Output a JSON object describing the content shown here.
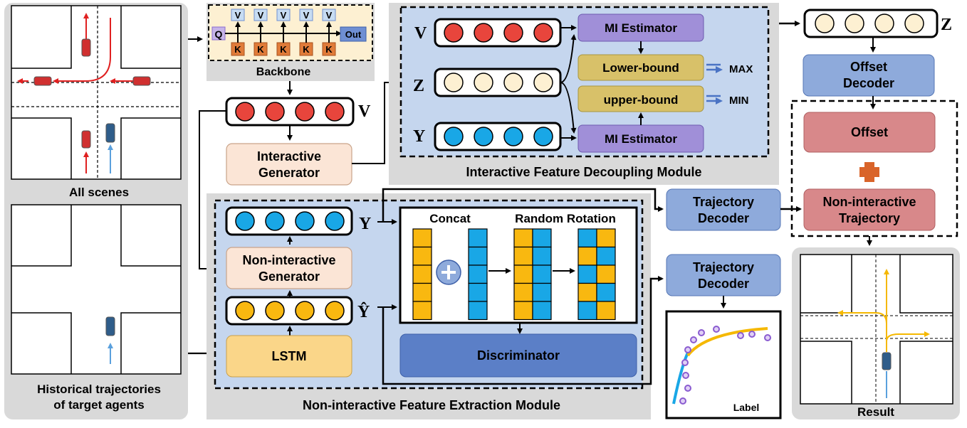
{
  "panels": {
    "all_scenes": "All scenes",
    "historical": "Historical trajectories of target agents",
    "historical_line1": "Historical trajectories",
    "historical_line2": "of target agents",
    "result": "Result"
  },
  "backbone": {
    "title": "Backbone",
    "q": "Q",
    "v": "V",
    "k": "K",
    "out": "Out"
  },
  "symbols": {
    "v": "V",
    "z": "Z",
    "y": "Y",
    "y_hat": "Ŷ"
  },
  "interactive_generator": {
    "line1": "Interactive",
    "line2": "Generator"
  },
  "decoupling_module": {
    "title": "Interactive Feature Decoupling Module",
    "mi_estimator_top": "MI Estimator",
    "mi_estimator_bottom": "MI Estimator",
    "lower_bound": "Lower-bound",
    "upper_bound": "upper-bound",
    "max": "MAX",
    "min": "MIN"
  },
  "offset_decoder": {
    "line1": "Offset",
    "line2": "Decoder"
  },
  "offset": "Offset",
  "non_interactive_trajectory": {
    "line1": "Non-interactive",
    "line2": "Trajectory"
  },
  "trajectory_decoder_top": {
    "line1": "Trajectory",
    "line2": "Decoder"
  },
  "trajectory_decoder_bottom": {
    "line1": "Trajectory",
    "line2": "Decoder"
  },
  "extraction_module": {
    "title": "Non-interactive Feature Extraction Module",
    "non_interactive_generator_line1": "Non-interactive",
    "non_interactive_generator_line2": "Generator",
    "lstm": "LSTM",
    "concat": "Concat",
    "random_rotation": "Random Rotation",
    "discriminator": "Discriminator"
  },
  "label": "Label",
  "colors": {
    "red_node": "#e8453c",
    "cream_node": "#fdf0d2",
    "blue_node": "#19a7e6",
    "orange_node": "#f9b810",
    "purple_box": "#a08fd8",
    "gold_box": "#d8c169",
    "blue_box": "#8eaadb",
    "pink_box": "#d8888a",
    "peach_box": "#fbe5d6",
    "lstm_box": "#fad689",
    "gray_panel": "#d9d9d9",
    "module_bg": "#c5d6ee"
  }
}
